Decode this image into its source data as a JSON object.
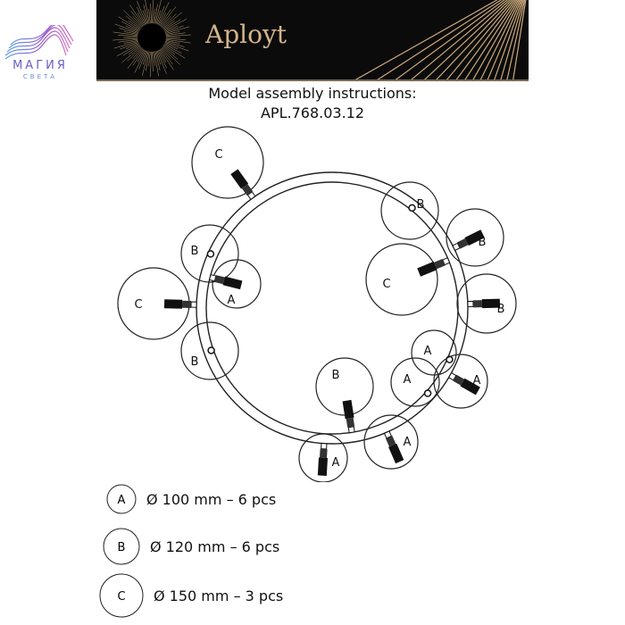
{
  "logo": {
    "line1": "МАГИЯ",
    "line2": "СВЕТА"
  },
  "banner": {
    "brand": "Aployt"
  },
  "header": {
    "title": "Model assembly instructions:",
    "model": "APL.768.03.12"
  },
  "diagram": {
    "globe_labels": [
      "C",
      "B",
      "B",
      "C",
      "B",
      "B",
      "A",
      "C",
      "B",
      "A",
      "A",
      "A",
      "B",
      "A",
      "A"
    ]
  },
  "legend": [
    {
      "key": "A",
      "text": "Ø 100 mm – 6 pcs"
    },
    {
      "key": "B",
      "text": "Ø 120 mm – 6 pcs"
    },
    {
      "key": "C",
      "text": "Ø 150 mm – 3 pcs"
    }
  ]
}
